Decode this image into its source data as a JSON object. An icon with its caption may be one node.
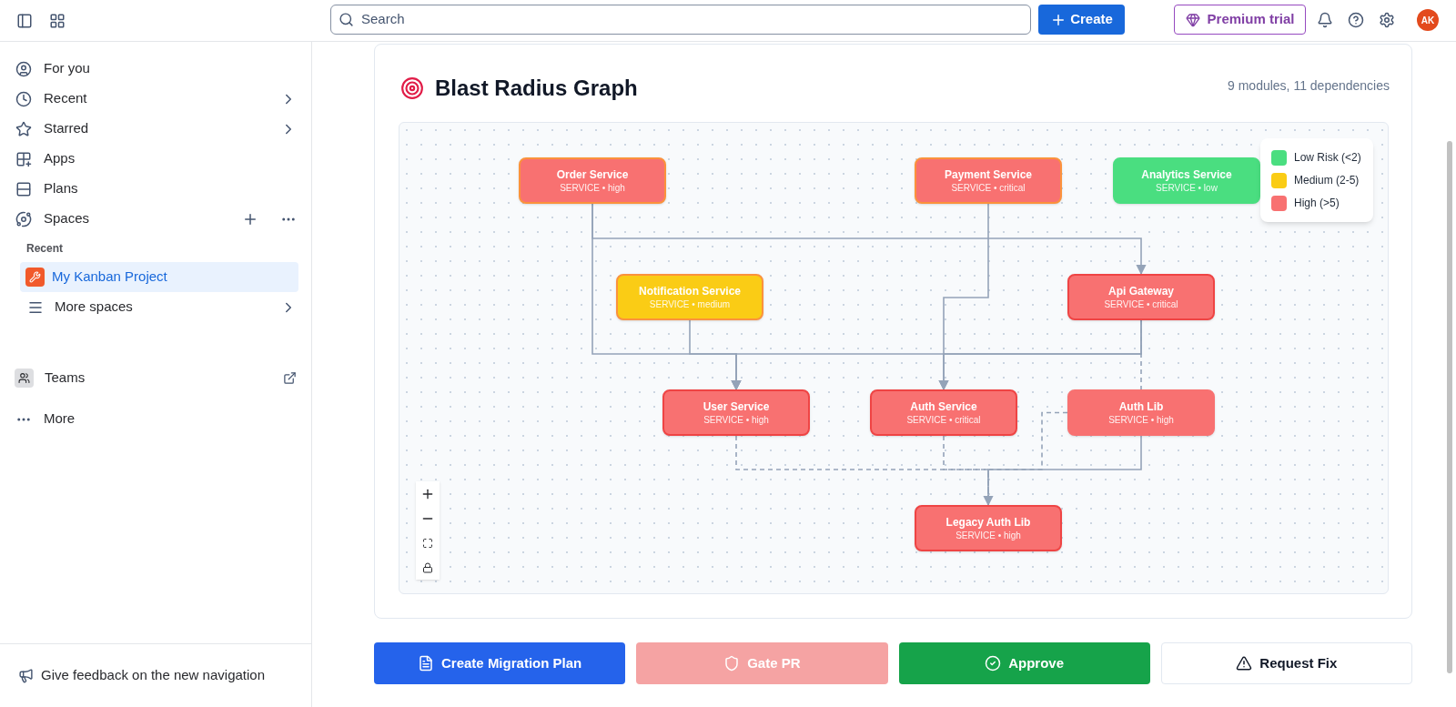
{
  "diagram": {
    "title": "Blast Radius Graph",
    "nodes": [
      {
        "text": [
          "Order Service",
          "SERVICE • high"
        ]
      },
      {
        "text": [
          "Payment Service",
          "SERVICE • critical"
        ]
      },
      {
        "text": [
          "Analytics Service",
          "SERVICE • low"
        ]
      },
      {
        "text": [
          "Notification Service",
          "SERVICE • medium"
        ]
      },
      {
        "text": [
          "Api Gateway",
          "SERVICE • critical"
        ]
      },
      {
        "text": [
          "User Service",
          "SERVICE • high"
        ]
      },
      {
        "text": [
          "Auth Service",
          "SERVICE • critical"
        ]
      },
      {
        "text": [
          "Auth Lib",
          "SERVICE • high"
        ]
      },
      {
        "text": [
          "Legacy Auth Lib",
          "SERVICE • high"
        ]
      }
    ],
    "edges": [
      {
        "from": 0,
        "to": 4,
        "arrow": "to"
      },
      {
        "from": 0,
        "to": 5,
        "arrow": "to"
      },
      {
        "from": 3,
        "to": 5,
        "arrow": "to"
      },
      {
        "from": 1,
        "to": 6,
        "arrow": "to"
      },
      {
        "from": 4,
        "to": 5,
        "arrow": "to"
      },
      {
        "from": 4,
        "to": 6,
        "arrow": "to"
      },
      {
        "from": 4,
        "to": 7,
        "arrow": "none",
        "style": "dashed"
      },
      {
        "from": 7,
        "to": 8,
        "arrow": "none",
        "style": "dashed"
      },
      {
        "from": 5,
        "to": 8,
        "arrow": "none",
        "style": "dashed"
      },
      {
        "from": 6,
        "to": 8,
        "arrow": "none",
        "style": "dashed"
      },
      {
        "from": 7,
        "to": 8,
        "arrow": "to"
      }
    ],
    "labels": [
      "Search",
      "Create",
      "Premium trial",
      "AK",
      "For you",
      "Recent",
      "Starred",
      "Apps",
      "Plans",
      "Spaces",
      "Recent",
      "My Kanban Project",
      "More spaces",
      "Teams",
      "More",
      "Give feedback on the new navigation",
      "9 modules, 11 dependencies",
      "Create Migration Plan",
      "Gate PR",
      "Approve",
      "Request Fix"
    ],
    "legend": [
      {
        "text": "Low Risk (<2)",
        "color": "#4ade80"
      },
      {
        "text": "Medium (2-5)",
        "color": "#facc15"
      },
      {
        "text": "High (>5)",
        "color": "#f87171"
      }
    ]
  }
}
